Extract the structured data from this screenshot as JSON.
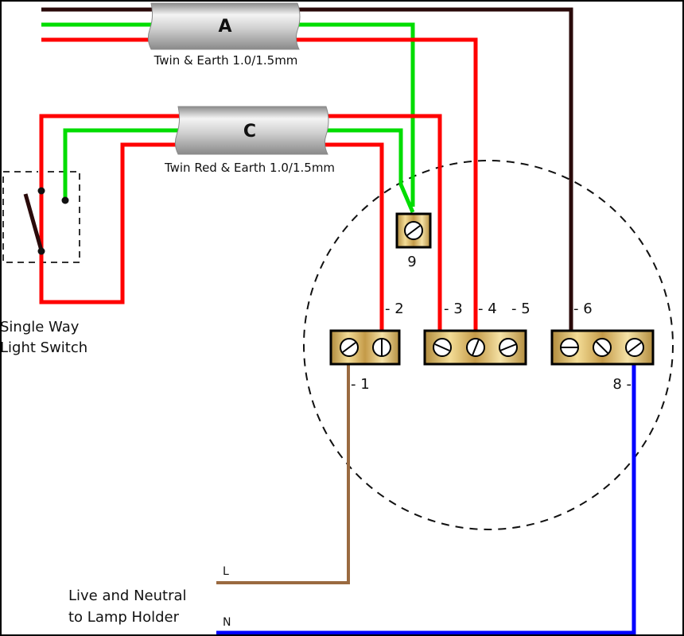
{
  "title": "Single Way Light Switch Ceiling Rose Wiring",
  "colors": {
    "red": "#ff0000",
    "green": "#00dd00",
    "black": "#2a0a0a",
    "brown": "#9a6a40",
    "blue": "#0000ff",
    "brass": "#d9b865"
  },
  "cables": {
    "a": {
      "letter": "A",
      "caption": "Twin & Earth 1.0/1.5mm"
    },
    "c": {
      "letter": "C",
      "caption": "Twin Red & Earth 1.0/1.5mm"
    }
  },
  "switch": {
    "label_line1": "Single Way",
    "label_line2": "Light Switch"
  },
  "terminals": {
    "t1": "- 1",
    "t2": "- 2",
    "t3": "- 3",
    "t4": "- 4",
    "t5": "- 5",
    "t6": "- 6",
    "t8": "8 -",
    "t9": "9"
  },
  "lamp": {
    "label_line1": "Live and Neutral",
    "label_line2": "to Lamp Holder",
    "live": "L",
    "neutral": "N"
  }
}
